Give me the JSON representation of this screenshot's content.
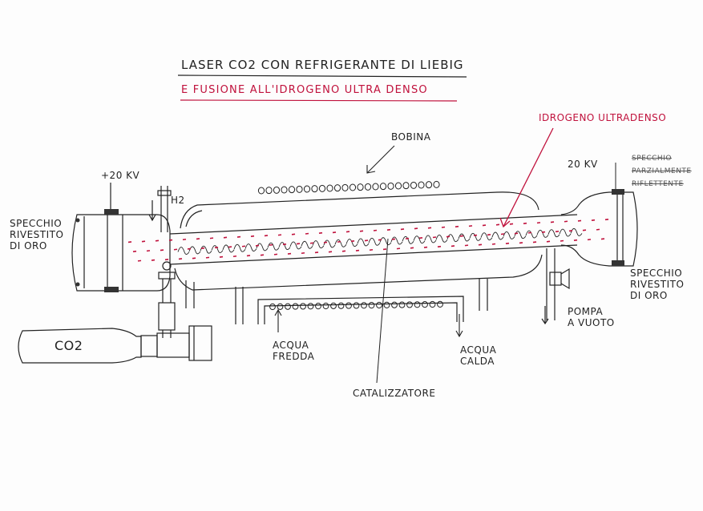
{
  "title": {
    "line1": "LASER CO2 CON REFRIGERANTE DI LIEBIG",
    "line2": "E FUSIONE ALL'IDROGENO ULTRA DENSO"
  },
  "labels": {
    "bobina": "BOBINA",
    "idrogeno": "IDROGENO ULTRADENSO",
    "plus20kv": "+20 KV",
    "h2": "H2",
    "kv20_right": "20 KV",
    "scribbled_right": "SPECCHIO PARZIALMENTE RIFLETTENTE",
    "mirror_left": [
      "SPECCHIO",
      "RIVESTITO",
      "DI ORO"
    ],
    "mirror_right": [
      "SPECCHIO",
      "RIVESTITO",
      "DI ORO"
    ],
    "co2": "CO2",
    "acqua_fredda": [
      "ACQUA",
      "FREDDA"
    ],
    "acqua_calda": [
      "ACQUA",
      "CALDA"
    ],
    "pompa": [
      "POMPA",
      "A VUOTO"
    ],
    "catalizzatore": "CATALIZZATORE"
  },
  "colors": {
    "ink": "#222222",
    "red_ink": "#c0113c"
  }
}
